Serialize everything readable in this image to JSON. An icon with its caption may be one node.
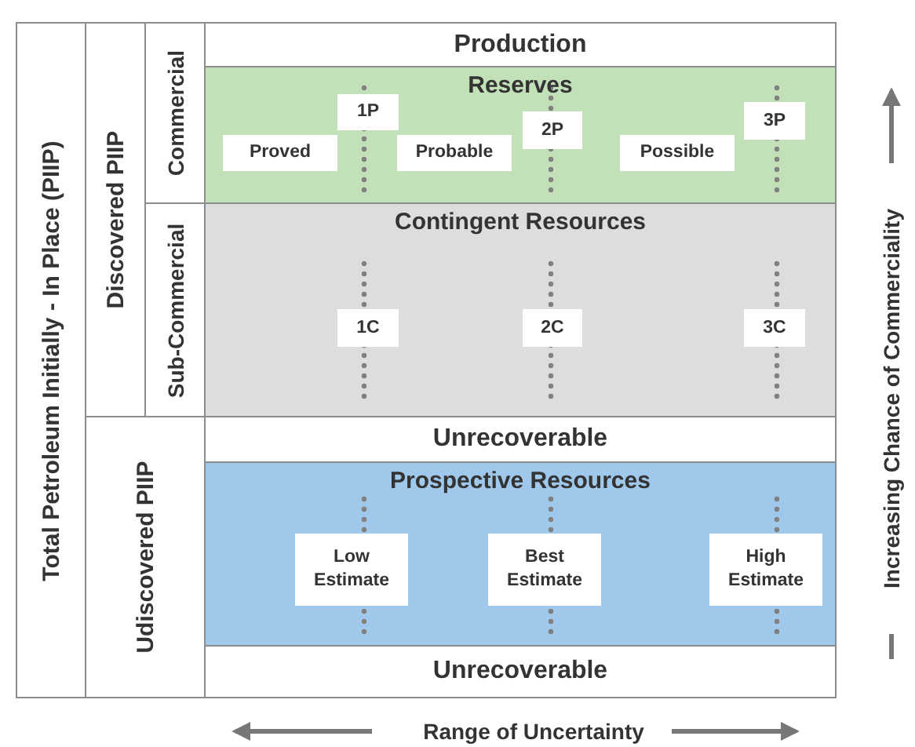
{
  "diagram": {
    "nodes": [
      {
        "text": [
          "Total Petroleum Initially - In Place (PIIP)"
        ]
      },
      {
        "text": [
          "Discovered PIIP"
        ]
      },
      {
        "text": [
          "Commercial"
        ]
      },
      {
        "text": [
          "Sub-Commercial"
        ]
      },
      {
        "text": [
          "Udiscovered PIIP"
        ]
      },
      {
        "text": [
          "Production"
        ]
      },
      {
        "text": [
          "Reserves"
        ]
      },
      {
        "text": [
          "1P"
        ],
        "in": 6
      },
      {
        "text": [
          "2P"
        ],
        "in": 6
      },
      {
        "text": [
          "3P"
        ],
        "in": 6
      },
      {
        "text": [
          "Proved"
        ],
        "in": 6
      },
      {
        "text": [
          "Probable"
        ],
        "in": 6
      },
      {
        "text": [
          "Possible"
        ],
        "in": 6
      },
      {
        "text": [
          "Contingent Resources"
        ]
      },
      {
        "text": [
          "1C"
        ],
        "in": 13
      },
      {
        "text": [
          "2C"
        ],
        "in": 13
      },
      {
        "text": [
          "3C"
        ],
        "in": 13
      },
      {
        "text": [
          "Unrecoverable"
        ]
      },
      {
        "text": [
          "Prospective Resources"
        ]
      },
      {
        "text": [
          "Low Estimate"
        ],
        "in": 18
      },
      {
        "text": [
          "Best Estimate"
        ],
        "in": 18
      },
      {
        "text": [
          "High Estimate"
        ],
        "in": 18
      },
      {
        "text": [
          "Unrecoverable"
        ]
      }
    ],
    "edges": [],
    "labels": [
      "Range of Uncertainty",
      "Increasing Chance of Commerciality"
    ]
  }
}
